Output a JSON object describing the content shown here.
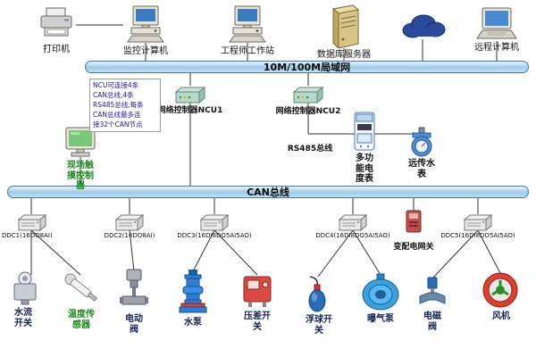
{
  "buses": {
    "lan": "10M/100M局域网",
    "can": "CAN总线",
    "rs485": "RS485总线"
  },
  "top_devices": [
    {
      "label": "打印机",
      "icon": "printer-icon"
    },
    {
      "label": "监控计算机",
      "icon": "desktop-computer-icon"
    },
    {
      "label": "工程师工作站",
      "icon": "desktop-computer-icon"
    },
    {
      "label": "数据库服务器",
      "icon": "server-icon"
    },
    {
      "label": "",
      "icon": "cloud-icon"
    },
    {
      "label": "远程计算机",
      "icon": "laptop-icon"
    }
  ],
  "controllers": [
    {
      "label": "网络控制器NCU1",
      "icon": "network-controller-icon"
    },
    {
      "label": "网络控制器NCU2",
      "icon": "network-controller-icon"
    }
  ],
  "note_box": {
    "lines": [
      "NCU可连接4条",
      "CAN总线,4条",
      "RS485总线,每条",
      "CAN总线最多连",
      "接32个CAN节点"
    ]
  },
  "touch_controller": {
    "label": "现场触摸控制器",
    "icon": "touch-screen-icon"
  },
  "rs485_devices": [
    {
      "label": "多功能电度表",
      "icon": "energy-meter-icon"
    },
    {
      "label": "远传水表",
      "icon": "water-meter-icon"
    }
  ],
  "ddc_devices": [
    {
      "label": "DDC1(16DO8AI)"
    },
    {
      "label": "DDC2(16DO8AI)"
    },
    {
      "label": "DDC3(16DI8DO5AI5AO)"
    },
    {
      "label": "DDC4(16DI8DO5AI5AO)"
    },
    {
      "label": "DDC5(16DI8DO5AI5AO)"
    }
  ],
  "gateway": {
    "label": "变配电网关",
    "icon": "power-gateway-icon"
  },
  "field_devices": [
    {
      "label": "水流开关",
      "icon": "flow-switch-icon"
    },
    {
      "label": "温度传感器",
      "icon": "temperature-sensor-icon"
    },
    {
      "label": "电动阀",
      "icon": "electric-valve-icon"
    },
    {
      "label": "水泵",
      "icon": "water-pump-icon"
    },
    {
      "label": "压差开关",
      "icon": "pressure-switch-icon"
    },
    {
      "label": "浮球开关",
      "icon": "float-switch-icon"
    },
    {
      "label": "曝气泵",
      "icon": "aeration-pump-icon"
    },
    {
      "label": "电磁阀",
      "icon": "solenoid-valve-icon"
    },
    {
      "label": "风机",
      "icon": "fan-icon"
    }
  ],
  "colors": {
    "bus_fill": "#b8ddf2",
    "bus_border": "#3a78b5",
    "line": "#333333",
    "green_label": "#1b8a1b",
    "note_text": "#1a1a9a"
  }
}
